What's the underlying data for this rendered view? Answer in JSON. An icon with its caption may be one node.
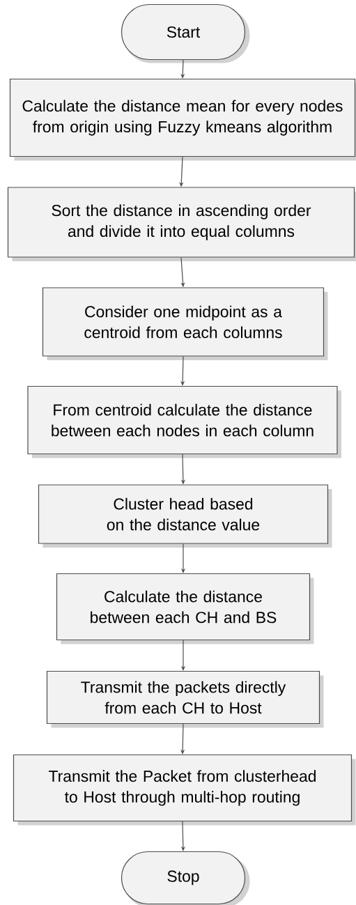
{
  "diagram": {
    "nodes": [
      {
        "text": [
          "Start"
        ]
      },
      {
        "text": [
          "Calculate the distance mean for every nodes from origin using Fuzzy kmeans algorithm"
        ]
      },
      {
        "text": [
          "Sort the distance in ascending order and divide it into equal columns"
        ]
      },
      {
        "text": [
          "Consider one midpoint as a centroid from each columns"
        ]
      },
      {
        "text": [
          "From centroid calculate the distance between each nodes in each column"
        ]
      },
      {
        "text": [
          "Cluster head based on the distance value"
        ]
      },
      {
        "text": [
          "Calculate the distance between each CH and BS"
        ]
      },
      {
        "text": [
          "Transmit the packets directly from each CH to Host"
        ]
      },
      {
        "text": [
          "Transmit the Packet from clusterhead to Host through multi-hop routing"
        ]
      },
      {
        "text": [
          "Stop"
        ]
      }
    ],
    "edges": [
      {
        "from": 0,
        "to": 1,
        "arrow": "to"
      },
      {
        "from": 1,
        "to": 2,
        "arrow": "to"
      },
      {
        "from": 2,
        "to": 3,
        "arrow": "to"
      },
      {
        "from": 3,
        "to": 4,
        "arrow": "to"
      },
      {
        "from": 4,
        "to": 5,
        "arrow": "to"
      },
      {
        "from": 5,
        "to": 6,
        "arrow": "to"
      },
      {
        "from": 6,
        "to": 7,
        "arrow": "to"
      },
      {
        "from": 7,
        "to": 8,
        "arrow": "to"
      },
      {
        "from": 8,
        "to": 9,
        "arrow": "to"
      }
    ]
  }
}
